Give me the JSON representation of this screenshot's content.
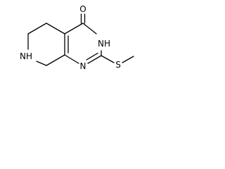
{
  "molecule": {
    "atoms": {
      "oxygen": "O",
      "n3h": "NH",
      "n1": "N",
      "sulfur": "S",
      "n7h": "NH"
    }
  }
}
